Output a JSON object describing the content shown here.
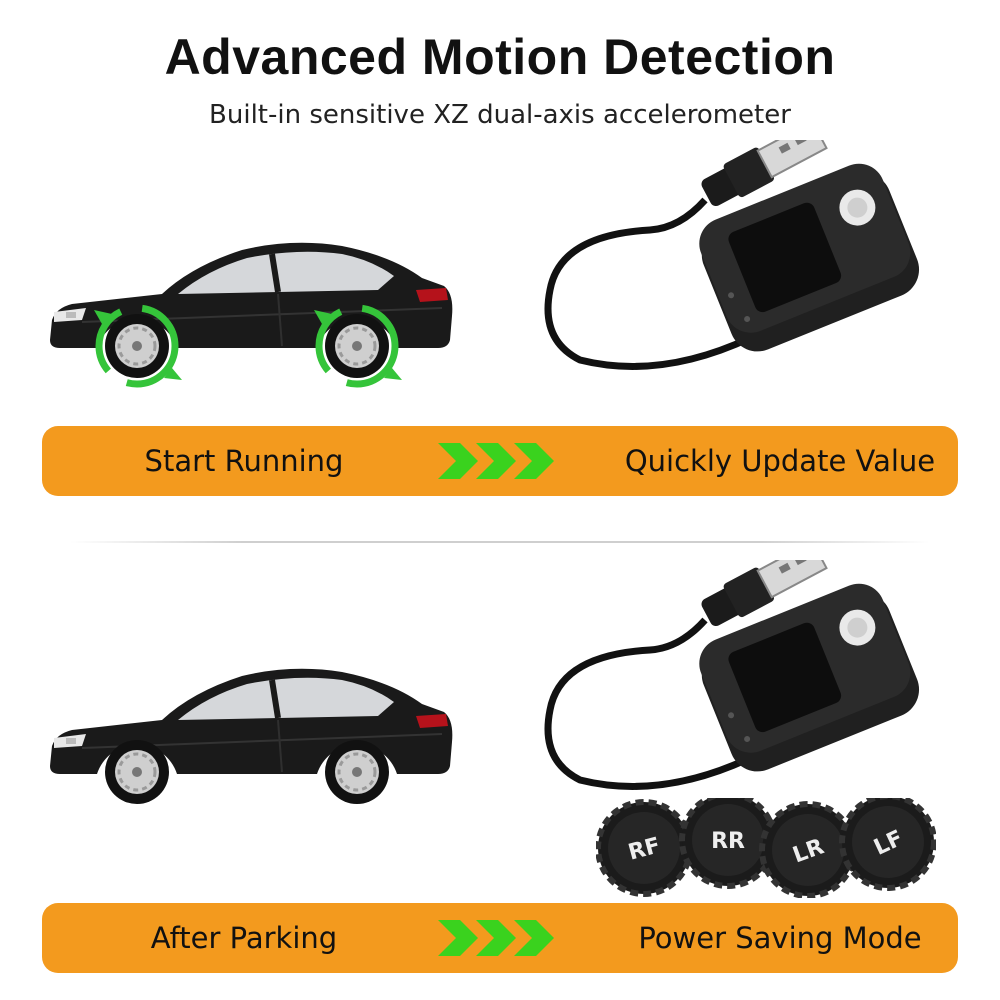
{
  "header": {
    "title": "Advanced Motion Detection",
    "subtitle": "Built-in sensitive XZ dual-axis accelerometer"
  },
  "banners": [
    {
      "left_text": "Start Running",
      "right_text": "Quickly Update Value"
    },
    {
      "left_text": "After Parking",
      "right_text": "Power Saving Mode"
    }
  ],
  "sensors": [
    "RF",
    "RR",
    "LR",
    "LF"
  ],
  "colors": {
    "banner": "#f39a1e",
    "arrow_green": "#3ad21e",
    "car_body": "#1a1a1a",
    "motion_ring": "#35c43a"
  },
  "icons": [
    "car-icon",
    "usb-receiver-icon",
    "chevron-arrows-icon",
    "tire-sensor-icon"
  ]
}
